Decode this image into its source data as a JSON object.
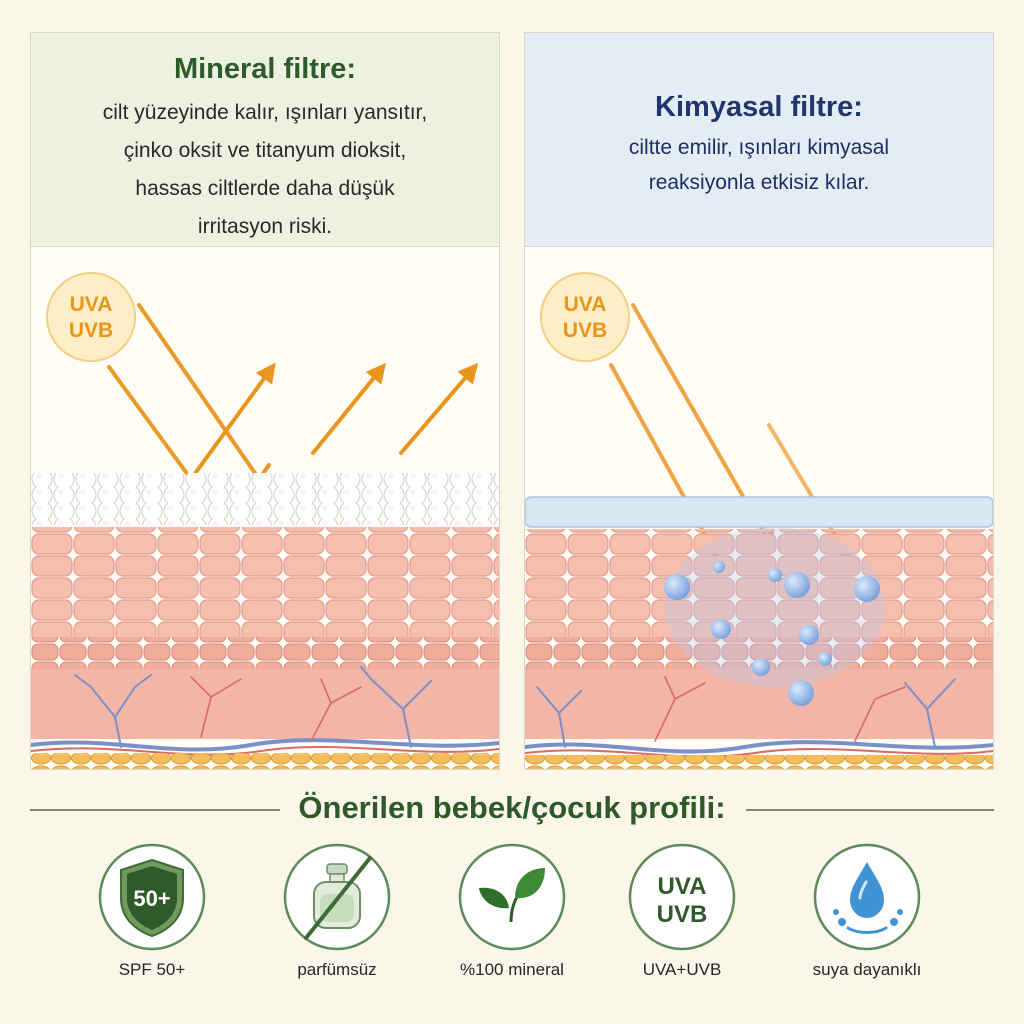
{
  "mineral": {
    "title": "Mineral filtre:",
    "lines": [
      "cilt yüzeyinde kalır, ışınları yansıtır,",
      "çinko oksit ve titanyum dioksit,",
      "hassas ciltlerde daha düşük",
      "irritasyon riski."
    ],
    "uv_badge": [
      "UVA",
      "UVB"
    ]
  },
  "chemical": {
    "title": "Kimyasal filtre:",
    "lines": [
      "ciltte emilir, ışınları kimyasal",
      "reaksiyonla etkisiz kılar."
    ],
    "uv_badge": [
      "UVA",
      "UVB"
    ]
  },
  "profile": {
    "title": "Önerilen bebek/çocuk profili:",
    "features": [
      {
        "label": "SPF 50+",
        "icon": "shield-icon",
        "icon_text": "50+"
      },
      {
        "label": "parfümsüz",
        "icon": "crossed-perfume-icon"
      },
      {
        "label": "%100 mineral",
        "icon": "leaf-icon"
      },
      {
        "label": "UVA+UVB",
        "icon": "uva-uvb-icon",
        "icon_text": [
          "UVA",
          "UVB"
        ]
      },
      {
        "label": "suya dayanıklı",
        "icon": "water-drop-icon"
      }
    ]
  },
  "colors": {
    "mineral_title": "#2f5a2a",
    "chemical_title": "#22356e",
    "uv_orange": "#e8951c",
    "accent_green": "#2e5a2a",
    "skin": "#f1b4a4",
    "fat": "#f1b955"
  }
}
